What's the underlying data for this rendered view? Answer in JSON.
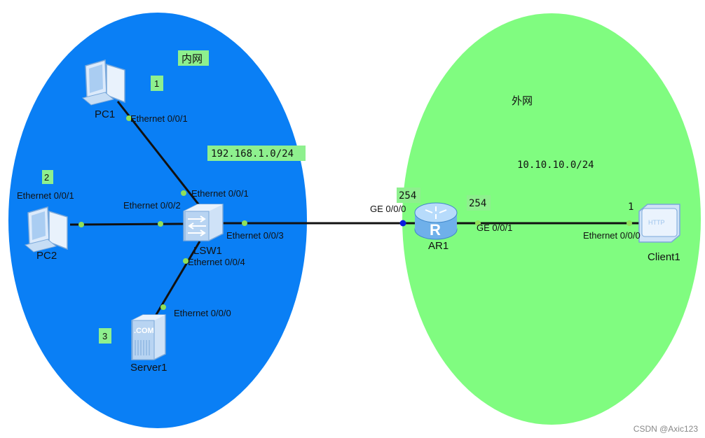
{
  "zones": {
    "inner": {
      "label": "内网",
      "subnet": "192.168.1.0/24",
      "color": "#0a7ff5"
    },
    "outer": {
      "label": "外网",
      "subnet": "10.10.10.0/24",
      "color": "#80fc80"
    }
  },
  "devices": {
    "pc1": {
      "name": "PC1",
      "tag": "1",
      "port": "Ethernet 0/0/1"
    },
    "pc2": {
      "name": "PC2",
      "tag": "2",
      "port": "Ethernet 0/0/1"
    },
    "server1": {
      "name": "Server1",
      "tag": "3",
      "port": "Ethernet 0/0/0",
      "icon_text": ".COM"
    },
    "lsw1": {
      "name": "LSW1",
      "ports": [
        "Ethernet 0/0/1",
        "Ethernet 0/0/2",
        "Ethernet 0/0/3",
        "Ethernet 0/0/4"
      ]
    },
    "ar1": {
      "name": "AR1",
      "ports": [
        "GE 0/0/0",
        "GE 0/0/1"
      ],
      "tag_inner": "254",
      "tag_outer": "254",
      "icon_letter": "R"
    },
    "client1": {
      "name": "Client1",
      "tag": "1",
      "port": "Ethernet 0/0/0",
      "icon_text": "HTTP"
    }
  },
  "watermark": "CSDN @Axic123",
  "colors": {
    "link": "#111111",
    "port_dot": "#8fe05a",
    "router_port_dot": "#0a1ee0",
    "tag_bg": "#8ef08e"
  }
}
